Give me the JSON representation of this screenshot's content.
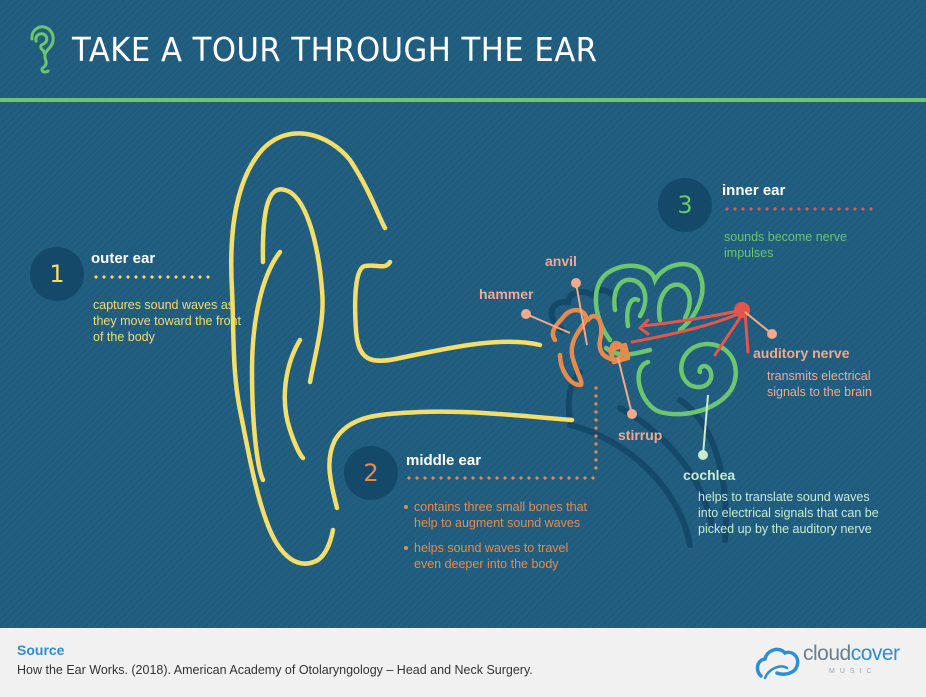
{
  "header": {
    "title": "TAKE A TOUR THROUGH THE EAR",
    "icon": "ear-icon"
  },
  "colors": {
    "background": "#1f5c7e",
    "circle": "#14496a",
    "outer": "#f3dd6b",
    "middle": "#e88a4d",
    "inner": "#6cc56f",
    "nerve": "#e2574c",
    "pink_label": "#f2a98e",
    "cochlea_label": "#c8ecd0",
    "rule": "#6cc56f",
    "source_blue": "#2b8fd1"
  },
  "sections": {
    "outer": {
      "number": "1",
      "title": "outer ear",
      "description": "captures sound waves as they move toward the front of the body"
    },
    "middle": {
      "number": "2",
      "title": "middle ear",
      "bullets": [
        "contains three small bones that help to augment sound waves",
        "helps sound waves to travel even deeper into the body"
      ]
    },
    "inner": {
      "number": "3",
      "title": "inner ear",
      "description": "sounds become nerve impulses"
    }
  },
  "labels": {
    "anvil": "anvil",
    "hammer": "hammer",
    "stirrup": "stirrup",
    "auditory_nerve": {
      "title": "auditory nerve",
      "description": "transmits electrical signals to the brain"
    },
    "cochlea": {
      "title": "cochlea",
      "description": "helps to translate sound waves into electrical signals that can be picked up by the auditory nerve"
    }
  },
  "footer": {
    "source_title": "Source",
    "source_text": "How the Ear Works. (2018). American Academy of Otolaryngology – Head and Neck Surgery.",
    "brand_part1": "cloud",
    "brand_part2": "cover",
    "brand_sub": "MUSIC"
  }
}
